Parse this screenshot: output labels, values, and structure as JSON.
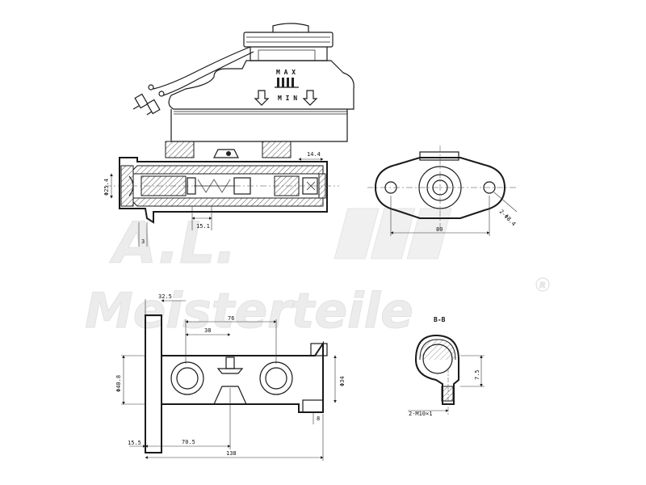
{
  "watermark": {
    "brand_top": "A.L.",
    "brand_main": "Meisterteile",
    "registered": "R"
  },
  "reservoir": {
    "max_label": "M A X",
    "min_label": "M I N"
  },
  "section_label": "B-B",
  "dimensions": {
    "bore_dia": "Φ25.4",
    "offset_15_1": "15.1",
    "offset_14_4": "14.4",
    "offset_3": "3",
    "flange_width": "80",
    "flange_holes": "2-Φ8.4",
    "len_32_5": "32.5",
    "len_76": "76",
    "len_38": "38",
    "dia_40_8": "Φ40.8",
    "dia_34": "Φ34",
    "len_15_5": "15.5",
    "len_70_5": "70.5",
    "len_138": "138",
    "dim_8": "8",
    "dim_7_5": "7.5",
    "thread": "2-M10×1"
  }
}
